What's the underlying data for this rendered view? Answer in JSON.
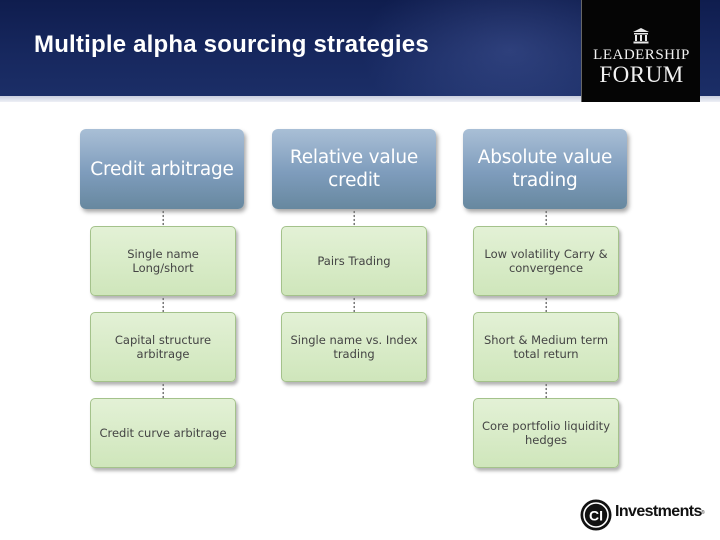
{
  "slide": {
    "title": "Multiple alpha sourcing strategies"
  },
  "brand": {
    "logo_line1": "LEADERSHIP",
    "logo_line2": "FORUM",
    "footer_logo_text": "Investments",
    "footer_logo_mark": "CI",
    "footer_logo_tm": "®"
  },
  "columns": [
    {
      "header": "Credit arbitrage",
      "items": [
        "Single name Long/short",
        "Capital structure arbitrage",
        "Credit curve arbitrage"
      ]
    },
    {
      "header": "Relative value credit",
      "items": [
        "Pairs Trading",
        "Single name vs. Index trading"
      ]
    },
    {
      "header": "Absolute value trading",
      "items": [
        "Low volatility Carry & convergence",
        "Short & Medium term total return",
        "Core portfolio liquidity hedges"
      ]
    }
  ],
  "colors": {
    "header_bg": "#17285f",
    "column_header_box": "#7e9cbc",
    "item_box": "#d8ecc7",
    "item_border": "#a4c28b"
  }
}
